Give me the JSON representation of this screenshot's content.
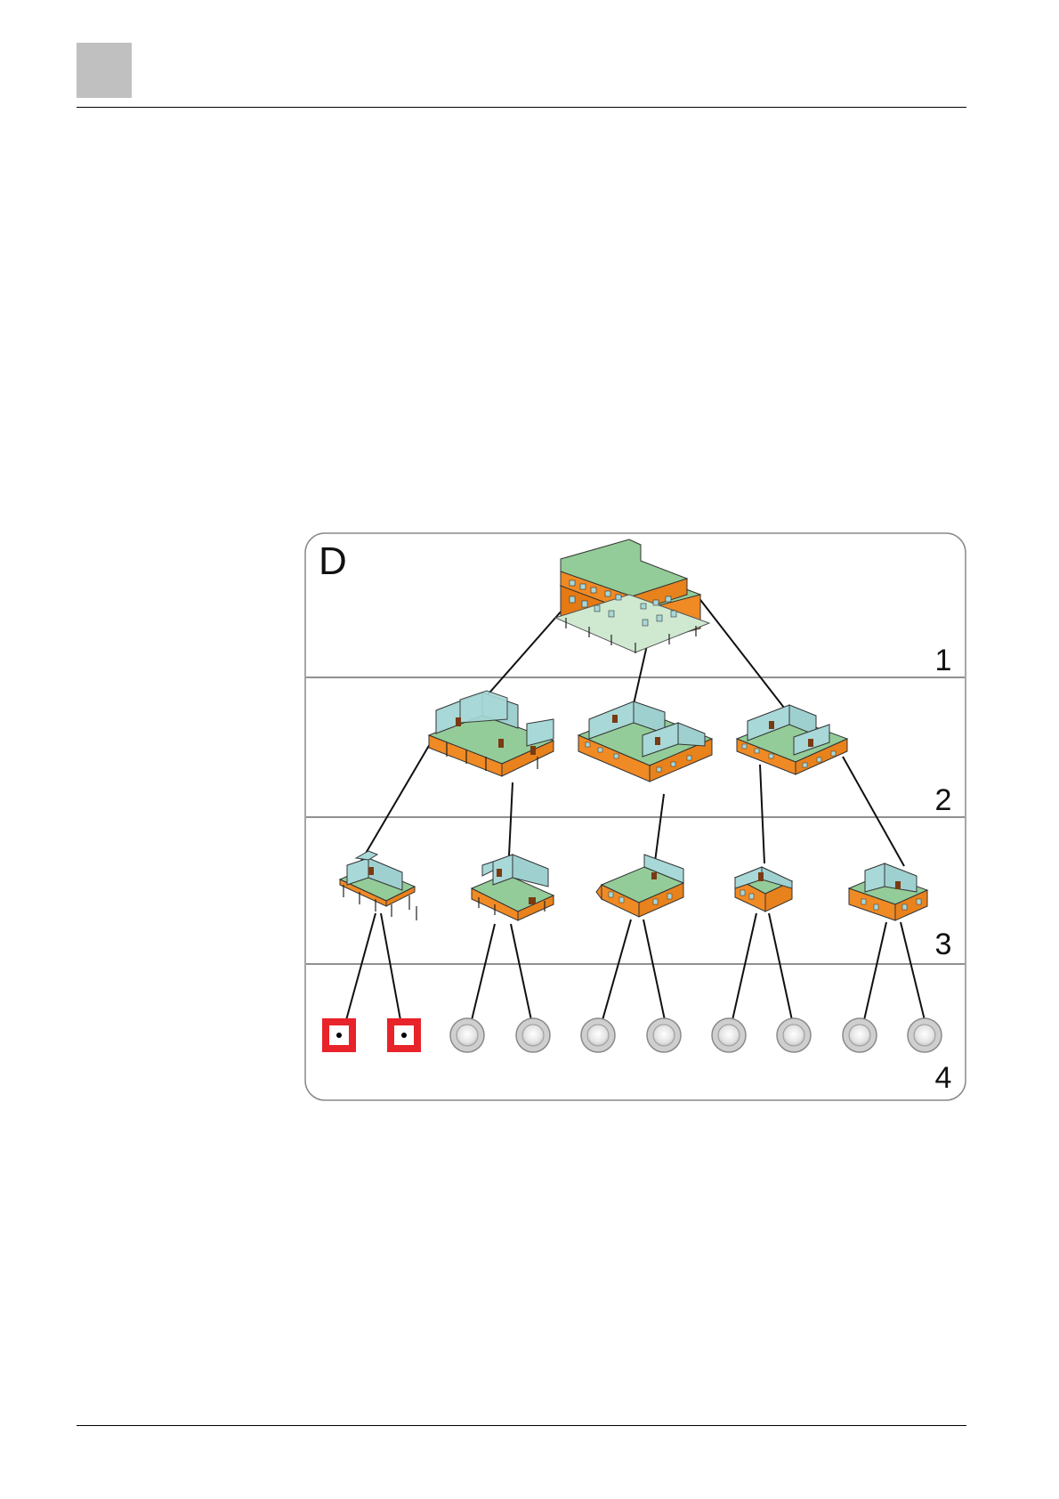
{
  "figure": {
    "panel_letter": "D",
    "level_labels": [
      "1",
      "2",
      "3",
      "4"
    ]
  },
  "tree": {
    "building": {
      "level": 1
    },
    "floors": [
      {
        "name": "floor-1",
        "children": [
          "room-1",
          "room-2"
        ]
      },
      {
        "name": "floor-2",
        "children": [
          "room-3"
        ]
      },
      {
        "name": "floor-3",
        "children": [
          "room-4",
          "room-5"
        ]
      }
    ],
    "rooms": [
      {
        "name": "room-1",
        "devices": [
          "manual-call-point",
          "manual-call-point"
        ]
      },
      {
        "name": "room-2",
        "devices": [
          "smoke-detector",
          "smoke-detector"
        ]
      },
      {
        "name": "room-3",
        "devices": [
          "smoke-detector",
          "smoke-detector"
        ]
      },
      {
        "name": "room-4",
        "devices": [
          "smoke-detector",
          "smoke-detector"
        ]
      },
      {
        "name": "room-5",
        "devices": [
          "smoke-detector",
          "smoke-detector"
        ]
      }
    ]
  },
  "colors": {
    "wall_orange": "#f08a24",
    "floor_green": "#93cc98",
    "glass_cyan": "#a8d8d8",
    "call_point_red": "#e8232a",
    "detector_grey": "#d4d4d4",
    "panel_border": "#888888"
  }
}
